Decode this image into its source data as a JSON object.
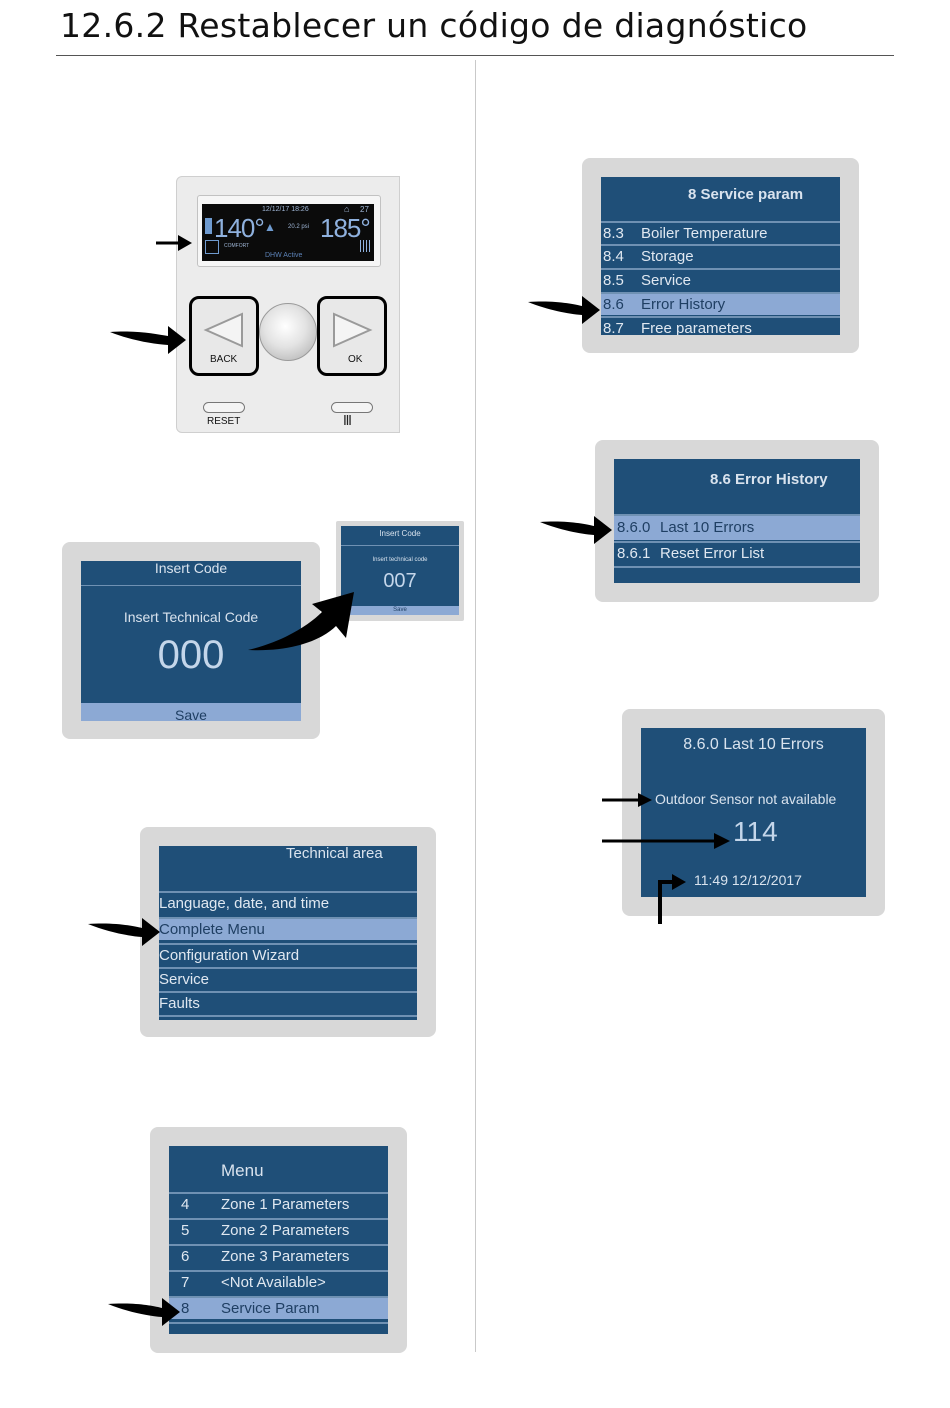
{
  "page": {
    "title": "12.6.2 Restablecer un código de diagnóstico"
  },
  "device": {
    "lcd_date": "12/12/17 18:26",
    "lcd_badge": "27",
    "lcd_temp_left": "140°",
    "lcd_pressure": "20.2 psi",
    "lcd_temp_right": "185°",
    "lcd_mode": "COMFORT",
    "lcd_status": "DHW Active",
    "back_label": "BACK",
    "ok_label": "OK",
    "reset_label": "RESET"
  },
  "insert_code_large": {
    "header": "Insert Code",
    "prompt": "Insert Technical Code",
    "code": "000",
    "footer": "Save"
  },
  "insert_code_small": {
    "header": "Insert Code",
    "prompt": "Insert technical code",
    "code": "007",
    "footer": "Save"
  },
  "technical_area": {
    "header": "Technical area",
    "items": [
      {
        "label": "Language, date, and time"
      },
      {
        "label": "Complete Menu"
      },
      {
        "label": "Configuration Wizard"
      },
      {
        "label": "Service"
      },
      {
        "label": "Faults"
      }
    ]
  },
  "menu": {
    "header": "Menu",
    "items": [
      {
        "num": "4",
        "label": "Zone 1 Parameters"
      },
      {
        "num": "5",
        "label": "Zone 2 Parameters"
      },
      {
        "num": "6",
        "label": "Zone 3 Parameters"
      },
      {
        "num": "7",
        "label": "<Not Available>"
      },
      {
        "num": "8",
        "label": "Service Param"
      }
    ]
  },
  "service_param": {
    "header": "8 Service param",
    "items": [
      {
        "num": "8.3",
        "label": "Boiler Temperature"
      },
      {
        "num": "8.4",
        "label": "Storage"
      },
      {
        "num": "8.5",
        "label": "Service"
      },
      {
        "num": "8.6",
        "label": "Error History"
      },
      {
        "num": "8.7",
        "label": "Free parameters"
      }
    ]
  },
  "error_history": {
    "header": "8.6 Error History",
    "items": [
      {
        "num": "8.6.0",
        "label": "Last 10 Errors"
      },
      {
        "num": "8.6.1",
        "label": "Reset Error List"
      }
    ]
  },
  "last_errors": {
    "header": "8.6.0 Last 10 Errors",
    "description": "Outdoor Sensor not available",
    "code": "114",
    "timestamp": "11:49 12/12/2017"
  },
  "colors": {
    "screen_blue": "#1f4f78",
    "selected_row": "#8ca9d4",
    "frame_gray": "#d8d8d8"
  }
}
